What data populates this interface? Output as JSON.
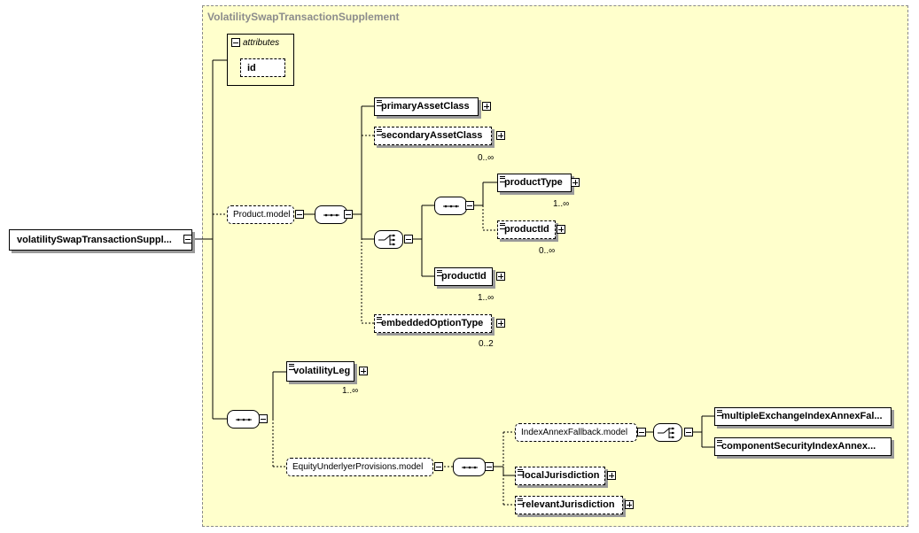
{
  "diagram": {
    "root_element": "volatilitySwapTransactionSuppl...",
    "complex_type": "VolatilitySwapTransactionSupplement",
    "attributes_label": "attributes",
    "attribute_id": "id",
    "product_model": "Product.model",
    "primary_asset_class": "primaryAssetClass",
    "secondary_asset_class": "secondaryAssetClass",
    "secondary_asset_class_card": "0..∞",
    "product_type": "productType",
    "product_type_card": "1..∞",
    "product_id_optional": "productId",
    "product_id_optional_card": "0..∞",
    "product_id": "productId",
    "product_id_card": "1..∞",
    "embedded_option_type": "embeddedOptionType",
    "embedded_option_type_card": "0..2",
    "volatility_leg": "volatilityLeg",
    "volatility_leg_card": "1..∞",
    "equity_underlyer_provisions_model": "EquityUnderlyerProvisions.model",
    "index_annex_fallback_model": "IndexAnnexFallback.model",
    "multiple_exchange": "multipleExchangeIndexAnnexFal...",
    "component_security": "componentSecurityIndexAnnex...",
    "local_jurisdiction": "localJurisdiction",
    "relevant_jurisdiction": "relevantJurisdiction"
  },
  "icons": {
    "collapse": "minus-box-icon",
    "expand": "plus-box-icon",
    "sequence": "sequence-compositor-icon",
    "choice": "choice-compositor-icon",
    "element": "element-lines-icon"
  },
  "colors": {
    "region_fill": "#ffffcc",
    "region_title": "#8c8c8c",
    "shadow": "#9a9a9a"
  }
}
